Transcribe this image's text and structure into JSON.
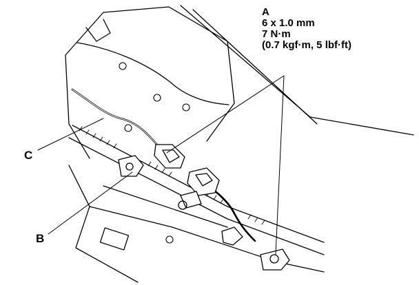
{
  "callouts": {
    "a": {
      "letter": "A",
      "bolt_size": "6 x 1.0 mm",
      "torque": "7 N·m",
      "torque_alt": "(0.7 kgf·m, 5 lbf·ft)"
    },
    "b": {
      "letter": "B"
    },
    "c": {
      "letter": "C"
    }
  }
}
